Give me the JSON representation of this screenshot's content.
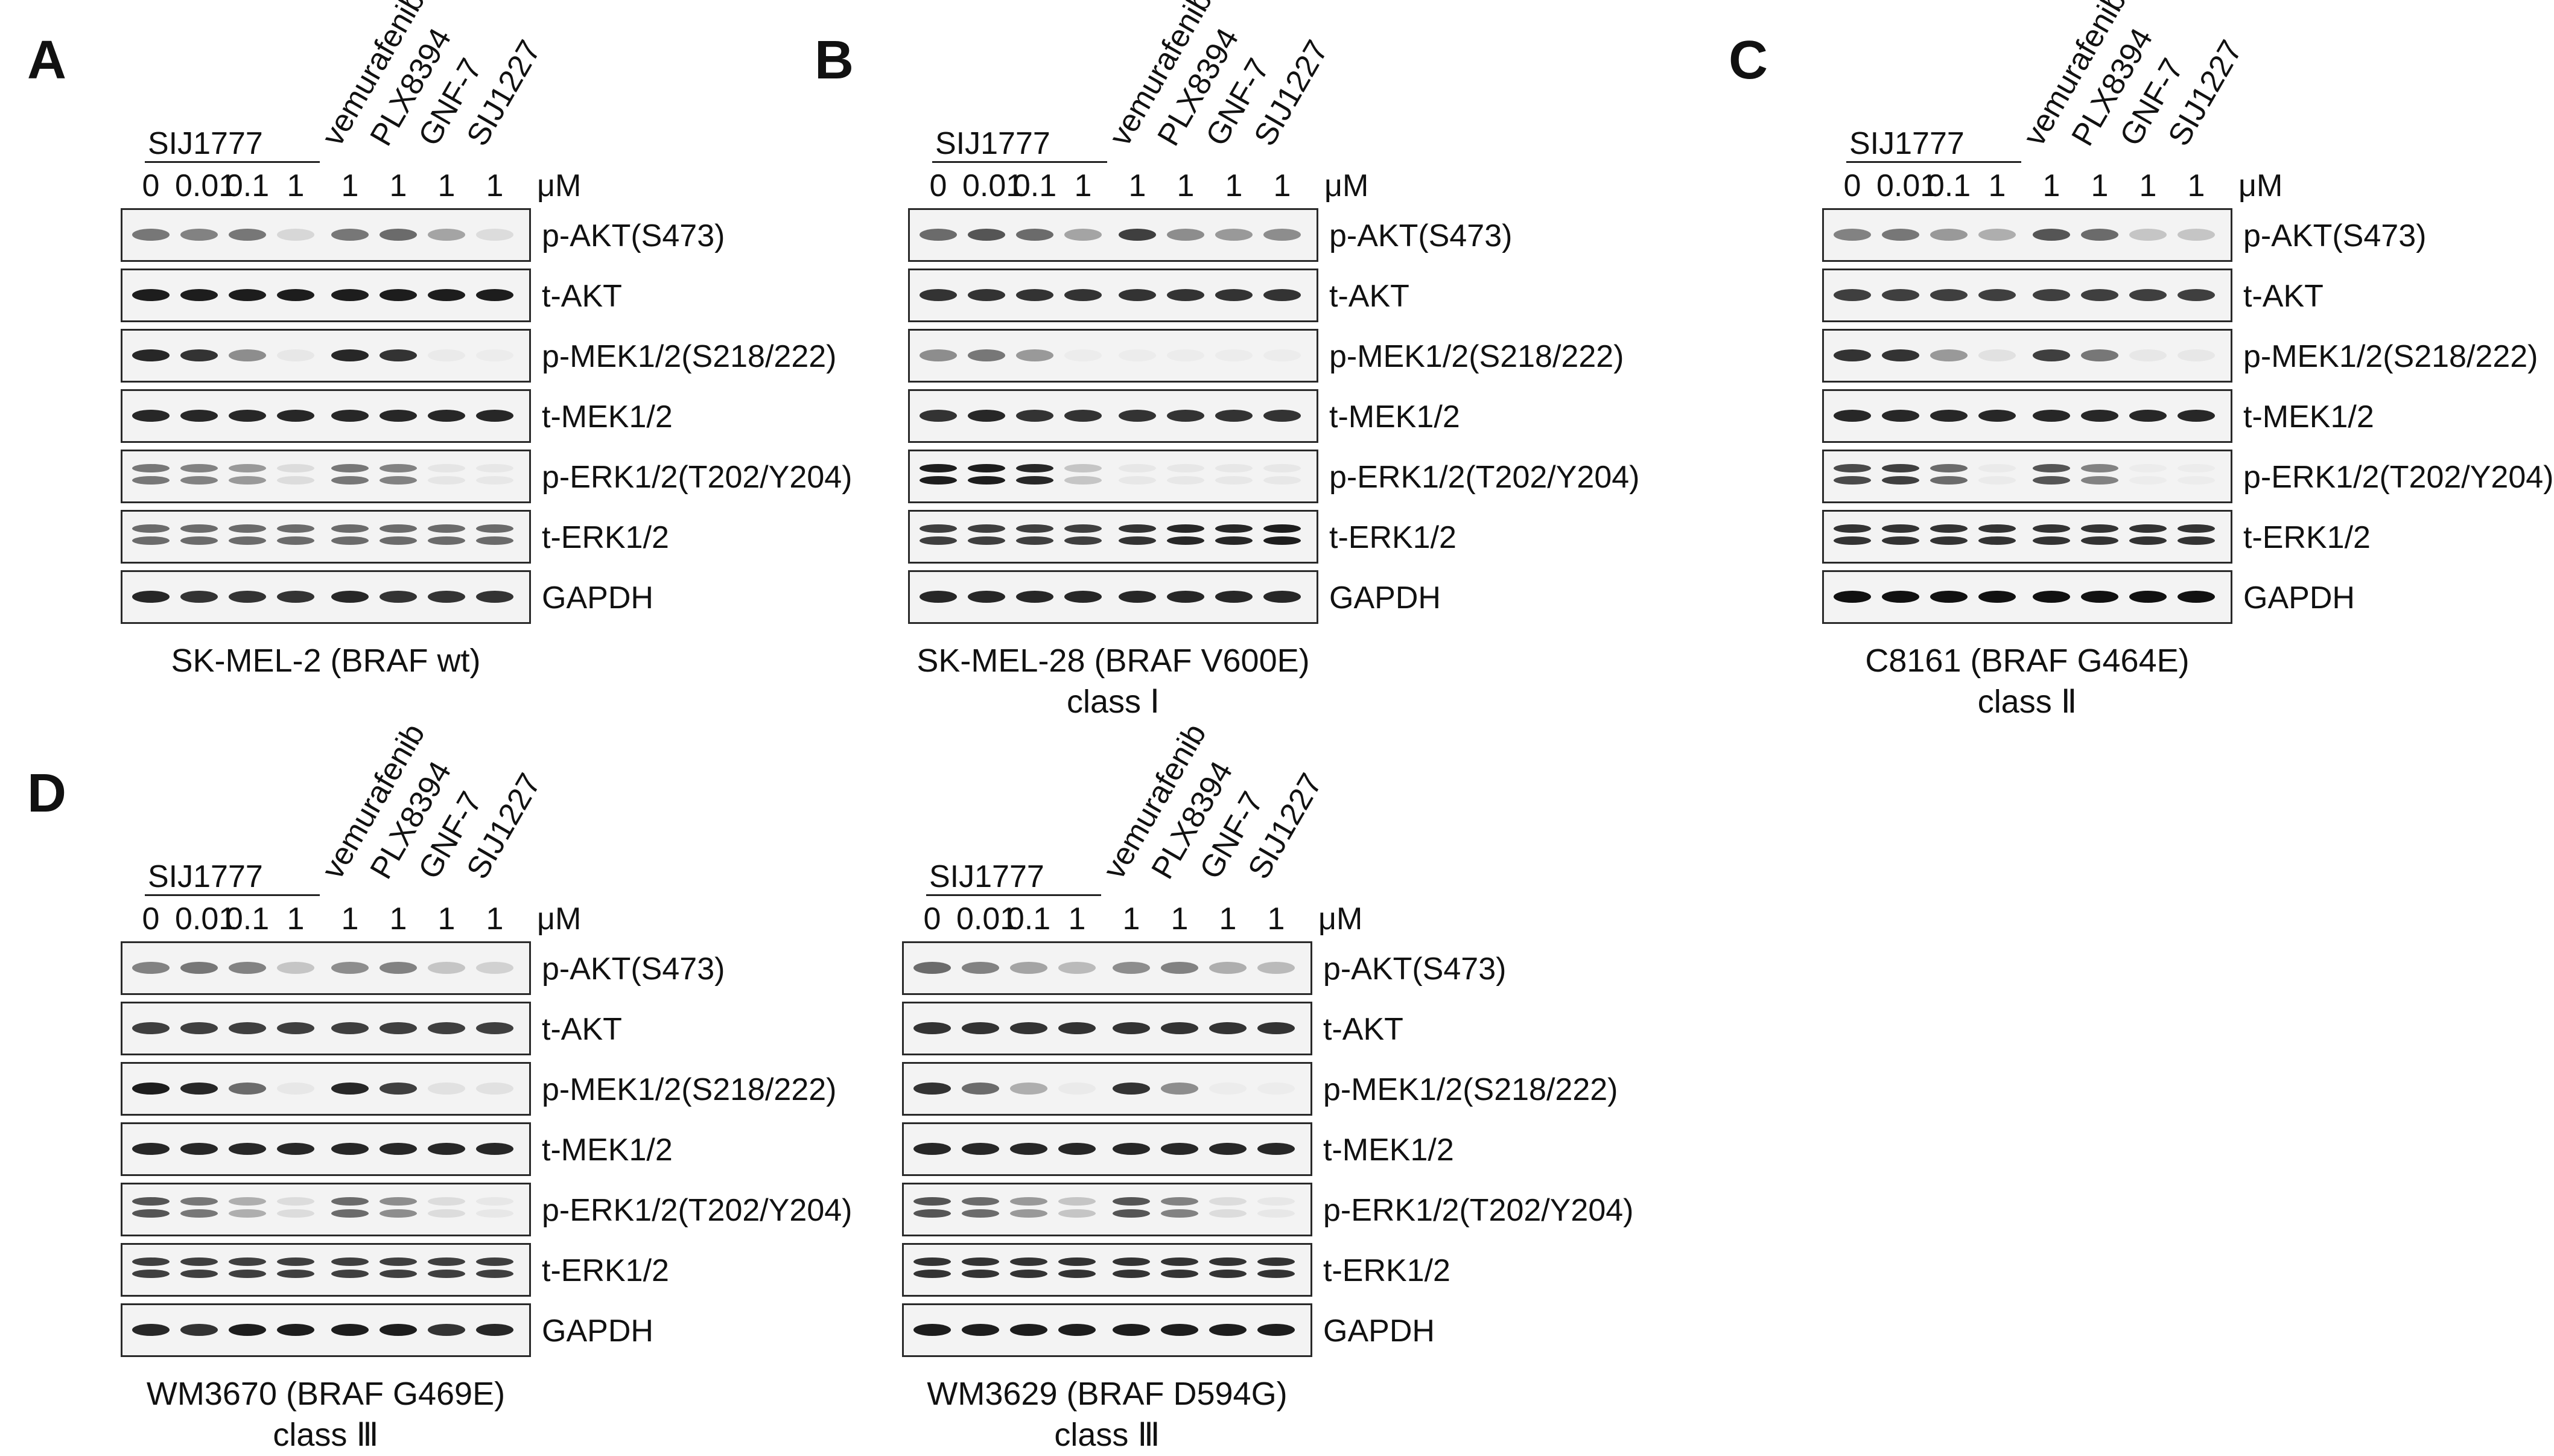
{
  "panels": [
    {
      "label": "A",
      "group": "SIJ1777",
      "concentrations": [
        "0",
        "0.01",
        "0.1",
        "1",
        "1",
        "1",
        "1",
        "1"
      ],
      "drugs": [
        "vemurafenib",
        "PLX8394",
        "GNF-7",
        "SIJ1227"
      ],
      "unit": "μM",
      "rows": [
        "p-AKT(S473)",
        "t-AKT",
        "p-MEK1/2(S218/222)",
        "t-MEK1/2",
        "p-ERK1/2(T202/Y204)",
        "t-ERK1/2",
        "GAPDH"
      ],
      "caption": [
        "SK-MEL-2 (BRAF wt)"
      ],
      "band_intensity": [
        [
          0.55,
          0.5,
          0.55,
          0.12,
          0.55,
          0.6,
          0.35,
          0.1
        ],
        [
          0.95,
          0.95,
          0.95,
          0.95,
          0.95,
          0.95,
          0.95,
          0.95
        ],
        [
          0.9,
          0.85,
          0.45,
          0.05,
          0.9,
          0.85,
          0.04,
          0.03
        ],
        [
          0.9,
          0.9,
          0.9,
          0.9,
          0.9,
          0.9,
          0.9,
          0.9
        ],
        [
          0.55,
          0.5,
          0.4,
          0.1,
          0.55,
          0.5,
          0.06,
          0.05
        ],
        [
          0.6,
          0.6,
          0.6,
          0.6,
          0.6,
          0.6,
          0.6,
          0.6
        ],
        [
          0.9,
          0.85,
          0.85,
          0.85,
          0.9,
          0.85,
          0.85,
          0.85
        ]
      ]
    },
    {
      "label": "B",
      "group": "SIJ1777",
      "concentrations": [
        "0",
        "0.01",
        "0.1",
        "1",
        "1",
        "1",
        "1",
        "1"
      ],
      "drugs": [
        "vemurafenib",
        "PLX8394",
        "GNF-7",
        "SIJ1227"
      ],
      "unit": "μM",
      "rows": [
        "p-AKT(S473)",
        "t-AKT",
        "p-MEK1/2(S218/222)",
        "t-MEK1/2",
        "p-ERK1/2(T202/Y204)",
        "t-ERK1/2",
        "GAPDH"
      ],
      "caption": [
        "SK-MEL-28 (BRAF V600E)",
        "class Ⅰ"
      ],
      "band_intensity": [
        [
          0.6,
          0.7,
          0.6,
          0.35,
          0.8,
          0.45,
          0.4,
          0.45
        ],
        [
          0.85,
          0.85,
          0.85,
          0.85,
          0.85,
          0.85,
          0.85,
          0.85
        ],
        [
          0.45,
          0.55,
          0.4,
          0.03,
          0.03,
          0.03,
          0.03,
          0.03
        ],
        [
          0.85,
          0.9,
          0.85,
          0.85,
          0.85,
          0.85,
          0.85,
          0.85
        ],
        [
          0.95,
          0.95,
          0.9,
          0.2,
          0.05,
          0.05,
          0.05,
          0.05
        ],
        [
          0.8,
          0.8,
          0.8,
          0.8,
          0.85,
          0.9,
          0.9,
          0.95
        ],
        [
          0.9,
          0.9,
          0.9,
          0.9,
          0.9,
          0.9,
          0.9,
          0.9
        ]
      ]
    },
    {
      "label": "C",
      "group": "SIJ1777",
      "concentrations": [
        "0",
        "0.01",
        "0.1",
        "1",
        "1",
        "1",
        "1",
        "1"
      ],
      "drugs": [
        "vemurafenib",
        "PLX8394",
        "GNF-7",
        "SIJ1227"
      ],
      "unit": "μM",
      "rows": [
        "p-AKT(S473)",
        "t-AKT",
        "p-MEK1/2(S218/222)",
        "t-MEK1/2",
        "p-ERK1/2(T202/Y204)",
        "t-ERK1/2",
        "GAPDH"
      ],
      "caption": [
        "C8161 (BRAF G464E)",
        "class Ⅱ"
      ],
      "band_intensity": [
        [
          0.5,
          0.55,
          0.4,
          0.3,
          0.7,
          0.6,
          0.2,
          0.2
        ],
        [
          0.8,
          0.8,
          0.8,
          0.8,
          0.8,
          0.8,
          0.8,
          0.8
        ],
        [
          0.85,
          0.85,
          0.4,
          0.08,
          0.8,
          0.55,
          0.05,
          0.05
        ],
        [
          0.9,
          0.9,
          0.9,
          0.9,
          0.9,
          0.9,
          0.9,
          0.9
        ],
        [
          0.75,
          0.8,
          0.6,
          0.04,
          0.7,
          0.5,
          0.03,
          0.03
        ],
        [
          0.85,
          0.85,
          0.85,
          0.85,
          0.85,
          0.85,
          0.85,
          0.85
        ],
        [
          1.0,
          1.0,
          1.0,
          1.0,
          1.0,
          1.0,
          1.0,
          1.0
        ]
      ]
    },
    {
      "label": "D",
      "group": "SIJ1777",
      "concentrations": [
        "0",
        "0.01",
        "0.1",
        "1",
        "1",
        "1",
        "1",
        "1"
      ],
      "drugs": [
        "vemurafenib",
        "PLX8394",
        "GNF-7",
        "SIJ1227"
      ],
      "unit": "μM",
      "rows": [
        "p-AKT(S473)",
        "t-AKT",
        "p-MEK1/2(S218/222)",
        "t-MEK1/2",
        "p-ERK1/2(T202/Y204)",
        "t-ERK1/2",
        "GAPDH"
      ],
      "caption": [
        "WM3670 (BRAF G469E)",
        "class Ⅲ"
      ],
      "band_intensity": [
        [
          0.5,
          0.55,
          0.5,
          0.2,
          0.45,
          0.5,
          0.2,
          0.15
        ],
        [
          0.8,
          0.8,
          0.8,
          0.8,
          0.8,
          0.8,
          0.8,
          0.8
        ],
        [
          0.95,
          0.9,
          0.6,
          0.05,
          0.9,
          0.8,
          0.08,
          0.08
        ],
        [
          0.9,
          0.9,
          0.9,
          0.9,
          0.9,
          0.9,
          0.9,
          0.9
        ],
        [
          0.7,
          0.55,
          0.3,
          0.1,
          0.6,
          0.45,
          0.1,
          0.05
        ],
        [
          0.8,
          0.8,
          0.8,
          0.8,
          0.8,
          0.8,
          0.8,
          0.8
        ],
        [
          0.9,
          0.85,
          0.95,
          0.95,
          0.95,
          0.95,
          0.85,
          0.9
        ]
      ]
    },
    {
      "label": "",
      "group": "SIJ1777",
      "concentrations": [
        "0",
        "0.01",
        "0.1",
        "1",
        "1",
        "1",
        "1",
        "1"
      ],
      "drugs": [
        "vemurafenib",
        "PLX8394",
        "GNF-7",
        "SIJ1227"
      ],
      "unit": "μM",
      "rows": [
        "p-AKT(S473)",
        "t-AKT",
        "p-MEK1/2(S218/222)",
        "t-MEK1/2",
        "p-ERK1/2(T202/Y204)",
        "t-ERK1/2",
        "GAPDH"
      ],
      "caption": [
        "WM3629 (BRAF D594G)",
        "class Ⅲ"
      ],
      "band_intensity": [
        [
          0.6,
          0.5,
          0.35,
          0.25,
          0.45,
          0.5,
          0.3,
          0.25
        ],
        [
          0.85,
          0.85,
          0.85,
          0.85,
          0.85,
          0.85,
          0.85,
          0.85
        ],
        [
          0.85,
          0.6,
          0.3,
          0.04,
          0.85,
          0.45,
          0.03,
          0.03
        ],
        [
          0.9,
          0.9,
          0.9,
          0.9,
          0.9,
          0.9,
          0.9,
          0.9
        ],
        [
          0.7,
          0.6,
          0.4,
          0.2,
          0.7,
          0.5,
          0.1,
          0.05
        ],
        [
          0.85,
          0.85,
          0.85,
          0.85,
          0.85,
          0.85,
          0.85,
          0.85
        ],
        [
          0.95,
          0.95,
          0.95,
          0.95,
          0.95,
          0.95,
          0.95,
          0.95
        ]
      ]
    }
  ]
}
